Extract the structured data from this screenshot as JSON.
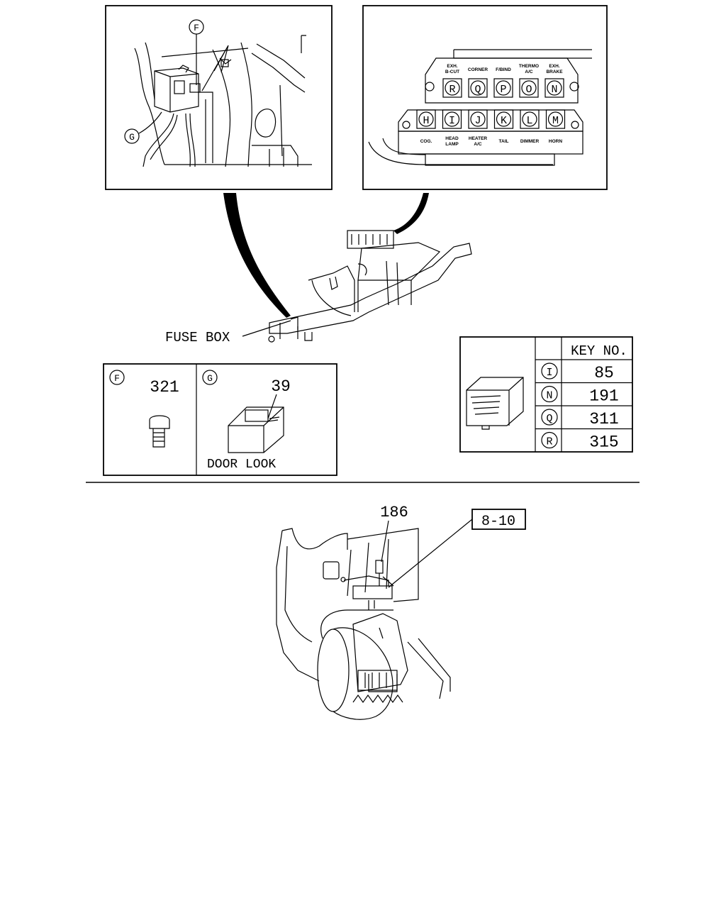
{
  "callouts": {
    "f": "F",
    "g": "G"
  },
  "fuse_panel": {
    "top_labels": [
      "EXH. B-CUT",
      "CORNER",
      "F/BIND",
      "THERMO A/C",
      "EXH. BRAKE"
    ],
    "top_letters": [
      "R",
      "Q",
      "P",
      "O",
      "N"
    ],
    "bottom_letters": [
      "H",
      "I",
      "J",
      "K",
      "L",
      "M"
    ],
    "bottom_labels": [
      "COG.",
      "HEAD LAMP",
      "HEATER A/C",
      "TAIL",
      "DIMMER",
      "HORN"
    ]
  },
  "fuse_box_label": "FUSE BOX",
  "parts_box": {
    "f_letter": "F",
    "f_part_no": "321",
    "g_letter": "G",
    "g_part_no": "39",
    "g_caption": "DOOR LOOK"
  },
  "key_table": {
    "header": "KEY NO.",
    "rows": [
      {
        "letter": "I",
        "value": "85"
      },
      {
        "letter": "N",
        "value": "191"
      },
      {
        "letter": "Q",
        "value": "311"
      },
      {
        "letter": "R",
        "value": "315"
      }
    ]
  },
  "lower": {
    "part_no": "186",
    "ref": "8-10"
  }
}
